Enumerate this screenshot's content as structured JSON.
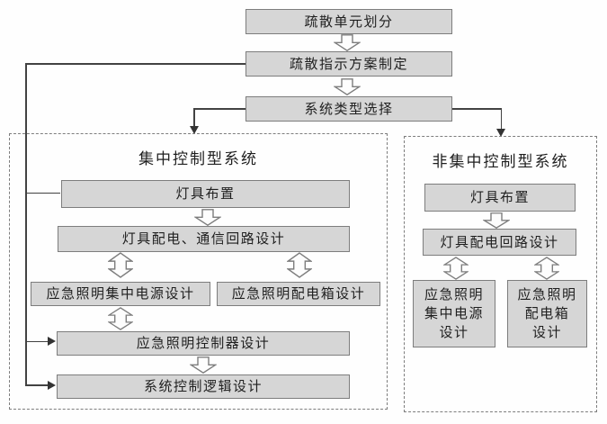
{
  "diagram": {
    "top_flow": {
      "step1": "疏散单元划分",
      "step2": "疏散指示方案制定",
      "step3": "系统类型选择"
    },
    "left_panel": {
      "title": "集中控制型系统",
      "lamp_layout": "灯具布置",
      "circuit_design": "灯具配电、通信回路设计",
      "central_power": "应急照明集中电源设计",
      "distribution_box": "应急照明配电箱设计",
      "controller": "应急照明控制器设计",
      "control_logic": "系统控制逻辑设计"
    },
    "right_panel": {
      "title": "非集中控制型系统",
      "lamp_layout": "灯具布置",
      "circuit_design": "灯具配电回路设计",
      "central_power": [
        "应急照明",
        "集中电源",
        "设计"
      ],
      "distribution_box": [
        "应急照明",
        "配电箱",
        "设计"
      ]
    }
  },
  "colors": {
    "box_fill": "#d6d6d6",
    "box_border": "#7d7d7d",
    "dashed_border": "#7d7d7d",
    "connector_line": "#424242",
    "arrow_fill": "#fdfdfd",
    "text": "#1f1f1f",
    "background": "#fefefe"
  }
}
